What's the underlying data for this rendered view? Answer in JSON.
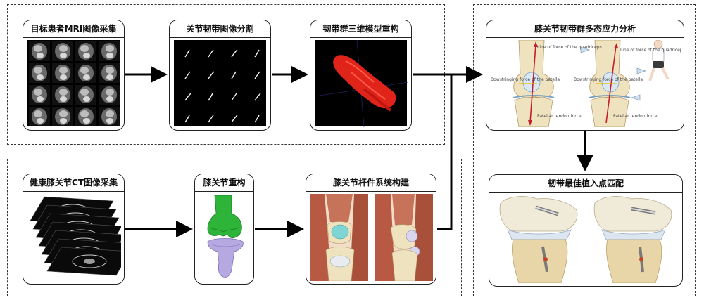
{
  "steps": {
    "mri_acquisition": "目标患者MRI图像采集",
    "segmentation": "关节韧带图像分割",
    "reconstruction_3d": "韧带群三维模型重构",
    "ct_acquisition": "健康膝关节CT图像采集",
    "knee_reconstruction": "膝关节重构",
    "rod_system": "膝关节杆件系统构建",
    "stress_analysis": "膝关节韧带群多态应力分析",
    "implant_matching": "韧带最佳植入点匹配"
  },
  "figure_labels": {
    "line_of_force": "Line of force of the quadriceps",
    "bowstringing": "Bowstringing force of the patella",
    "patellar_tendon": "Patellar tendon force"
  },
  "colors": {
    "background": "#ffffff",
    "border": "#222222",
    "ligament_red": "#e0241a",
    "femur_green": "#2fb43a",
    "tibia_purple": "#b6a8e0",
    "bone": "#efe3bf",
    "muscle": "#b85a43",
    "cartilage_teal": "#7fd4d6"
  }
}
